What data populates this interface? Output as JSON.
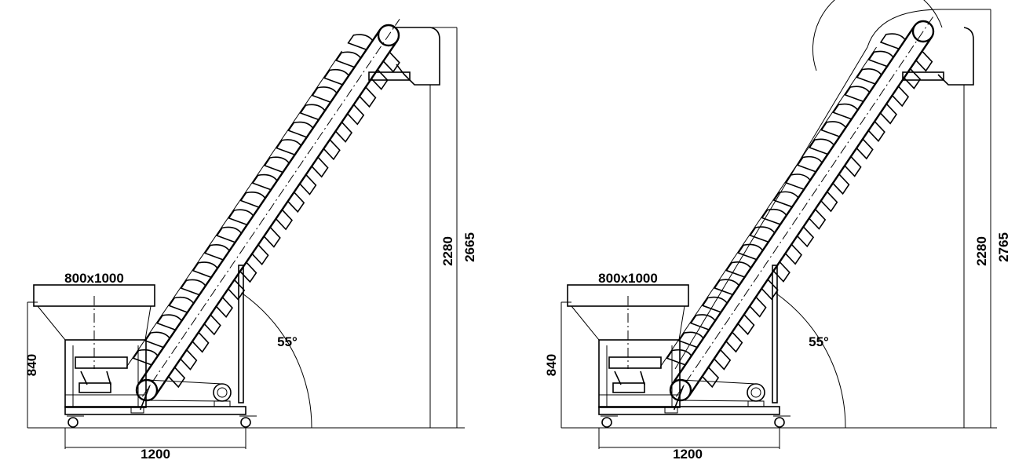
{
  "drawings": [
    {
      "variant": "standard-head",
      "hopper_size": "800x1000",
      "hopper_height": "840",
      "base_length": "1200",
      "incline_angle": "55°",
      "discharge_height": "2280",
      "overall_height": "2665"
    },
    {
      "variant": "hooded-head",
      "hopper_size": "800x1000",
      "hopper_height": "840",
      "base_length": "1200",
      "incline_angle": "55°",
      "discharge_height": "2280",
      "overall_height": "2765"
    }
  ]
}
